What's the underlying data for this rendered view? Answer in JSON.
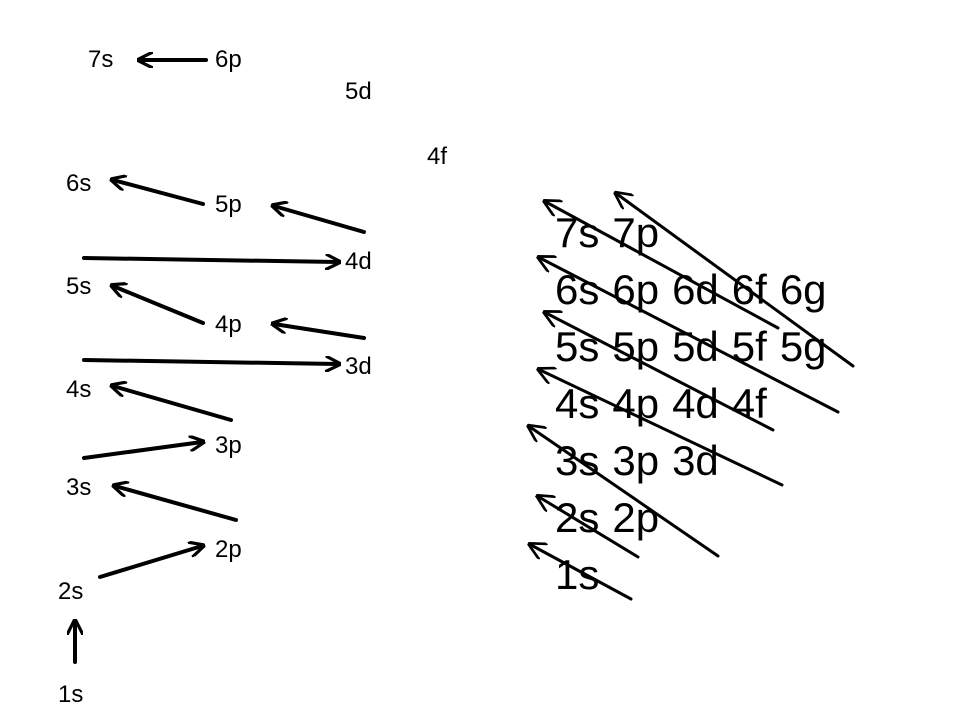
{
  "left_diagram": {
    "labels": {
      "s7": "7s",
      "p6": "6p",
      "d5": "5d",
      "f4": "4f",
      "s6": "6s",
      "p5": "5p",
      "d4": "4d",
      "s5": "5s",
      "p4": "4p",
      "d3": "3d",
      "s4": "4s",
      "p3": "3p",
      "s3": "3s",
      "p2": "2p",
      "s2": "2s",
      "s1": "1s"
    }
  },
  "right_grid": {
    "rows": [
      [
        "7s",
        "7p"
      ],
      [
        "6s",
        "6p",
        "6d",
        "6f",
        "6g"
      ],
      [
        "5s",
        "5p",
        "5d",
        "5f",
        "5g"
      ],
      [
        "4s",
        "4p",
        "4d",
        "4f"
      ],
      [
        "3s",
        "3p",
        "3d"
      ],
      [
        "2s",
        "2p"
      ],
      [
        "1s"
      ]
    ]
  },
  "colors": {
    "text": "#000000",
    "arrow": "#000000",
    "background": "#ffffff"
  }
}
